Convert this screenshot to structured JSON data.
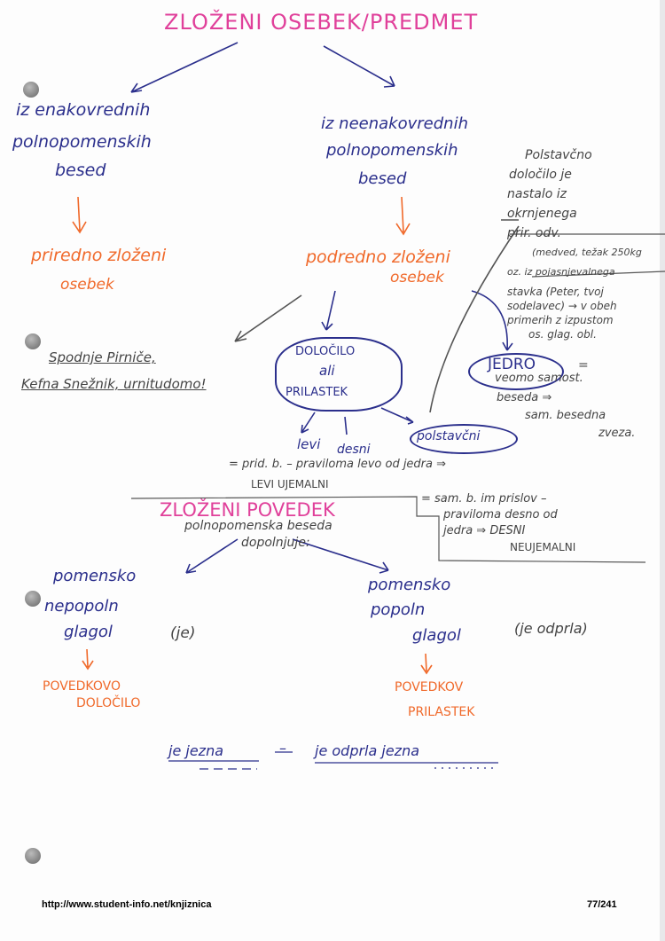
{
  "title": "ZLOŽENI OSEBEK/PREDMET",
  "left_branch": {
    "lines": [
      "iz enakovrednih",
      "polnopomenskih",
      "besed"
    ],
    "result": [
      "priredno zloženi",
      "osebek"
    ],
    "examples": [
      "Spodnje Pirniče,",
      "Kefna Snežnik, urnitudomo!"
    ]
  },
  "right_branch": {
    "lines": [
      "iz neenakovrednih",
      "polnopomenskih",
      "besed"
    ],
    "result": [
      "podredno zloženi",
      "osebek"
    ]
  },
  "side_note": [
    "Polstavčno",
    "določilo je",
    "nastalo iz",
    "okrnjenega",
    "prir. odv.",
    "(medved, težak 250kg",
    "oz. iz pojasnjevalnega",
    "stavka (Peter, tvoj",
    "sodelavec) → v obeh",
    "primerih z izpustom",
    "os. glag. obl."
  ],
  "dolocilo": {
    "bubble": [
      "DOLOČILO",
      "ali",
      "PRILASTEK"
    ],
    "kinds": [
      "levi",
      "desni",
      "polstavčni"
    ],
    "levi_note": [
      "= prid. b. – pravilomа levo od jedra ⇒",
      "LEVI UJEMALNI"
    ],
    "desni_note": [
      "= sam. b. im prislov –",
      "pravilomа desno od",
      "jedra ⇒ DESNI",
      "NEUJEMALNI"
    ]
  },
  "jedro": {
    "bubble": "JEDRO",
    "note": [
      "= ",
      "veomo samost.",
      "beseda ⇒",
      "sam. besedna",
      "zveza."
    ]
  },
  "povedek": {
    "title": "ZLOŽENI POVEDEK",
    "sub": [
      "polnopomenska beseda",
      "dopolnjuje:"
    ],
    "left": [
      "pomensko",
      "nepopoln",
      "glagol",
      "(je)"
    ],
    "left_result": [
      "POVEDKOVO",
      "DOLOČILO"
    ],
    "right": [
      "pomensko",
      "popoln",
      "glagol",
      "(je odprla)"
    ],
    "right_result": [
      "POVEDKOV",
      "PRILASTEK"
    ],
    "examples": [
      "je jezna",
      "–",
      "je odprla jezna"
    ]
  },
  "footer": {
    "url": "http://www.student-info.net/knjiznica",
    "page": "77/241"
  },
  "colors": {
    "magenta": "#e0409a",
    "blue": "#2b2f8c",
    "orange": "#f0692a"
  }
}
